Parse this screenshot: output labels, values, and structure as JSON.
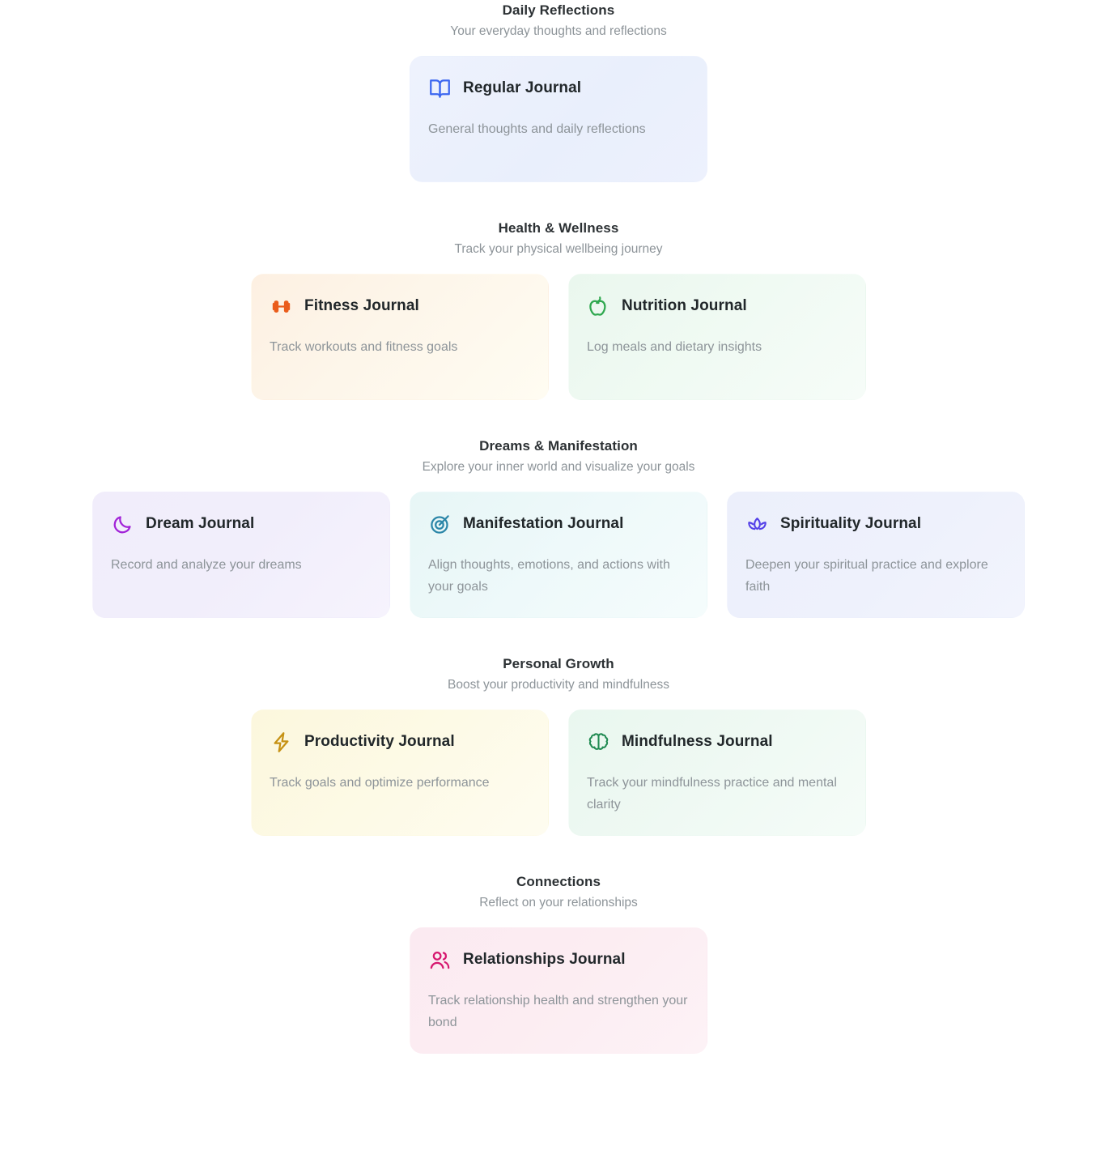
{
  "sections": [
    {
      "id": "daily-reflections",
      "title": "Daily Reflections",
      "subtitle": "Your everyday thoughts and reflections",
      "cards": [
        {
          "id": "regular-journal",
          "title": "Regular Journal",
          "description": "General thoughts and daily reflections",
          "icon": "open-book-icon",
          "icon_color": "#3b66f0",
          "theme": "bg-blue"
        }
      ]
    },
    {
      "id": "health-wellness",
      "title": "Health & Wellness",
      "subtitle": "Track your physical wellbeing journey",
      "cards": [
        {
          "id": "fitness-journal",
          "title": "Fitness Journal",
          "description": "Track workouts and fitness goals",
          "icon": "dumbbell-icon",
          "icon_color": "#ea5c1b",
          "theme": "bg-orange"
        },
        {
          "id": "nutrition-journal",
          "title": "Nutrition Journal",
          "description": "Log meals and dietary insights",
          "icon": "apple-icon",
          "icon_color": "#2fa84f",
          "theme": "bg-green"
        }
      ]
    },
    {
      "id": "dreams-manifestation",
      "title": "Dreams & Manifestation",
      "subtitle": "Explore your inner world and visualize your goals",
      "cards": [
        {
          "id": "dream-journal",
          "title": "Dream Journal",
          "description": "Record and analyze your dreams",
          "icon": "crescent-moon-icon",
          "icon_color": "#a223d8",
          "theme": "bg-purple"
        },
        {
          "id": "manifestation-journal",
          "title": "Manifestation Journal",
          "description": "Align thoughts, emotions, and actions with your goals",
          "icon": "target-icon",
          "icon_color": "#2b86a8",
          "theme": "bg-teal"
        },
        {
          "id": "spirituality-journal",
          "title": "Spirituality Journal",
          "description": "Deepen your spiritual practice and explore faith",
          "icon": "lotus-icon",
          "icon_color": "#5340e8",
          "theme": "bg-indigo"
        }
      ]
    },
    {
      "id": "personal-growth",
      "title": "Personal Growth",
      "subtitle": "Boost your productivity and mindfulness",
      "cards": [
        {
          "id": "productivity-journal",
          "title": "Productivity Journal",
          "description": "Track goals and optimize performance",
          "icon": "lightning-bolt-icon",
          "icon_color": "#c69214",
          "theme": "bg-amber"
        },
        {
          "id": "mindfulness-journal",
          "title": "Mindfulness Journal",
          "description": "Track your mindfulness practice and mental clarity",
          "icon": "brain-icon",
          "icon_color": "#1f8a51",
          "theme": "bg-emerald"
        }
      ]
    },
    {
      "id": "connections",
      "title": "Connections",
      "subtitle": "Reflect on your relationships",
      "cards": [
        {
          "id": "relationships-journal",
          "title": "Relationships Journal",
          "description": "Track relationship health and strengthen your bond",
          "icon": "users-icon",
          "icon_color": "#d6176f",
          "theme": "bg-pink"
        }
      ]
    }
  ]
}
